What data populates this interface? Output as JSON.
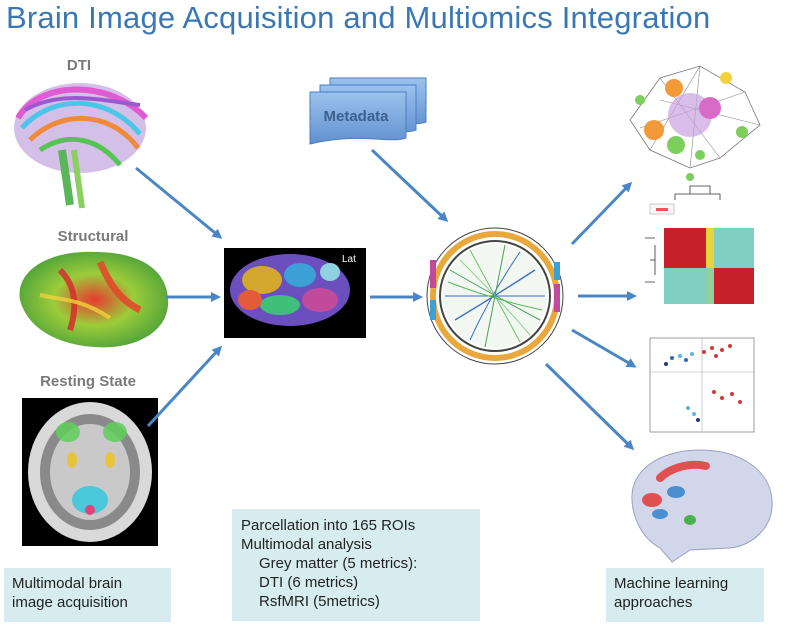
{
  "title": "Brain Image Acquisition and Multiomics Integration",
  "modalities": {
    "dti": "DTI",
    "structural": "Structural",
    "resting_state": "Resting State"
  },
  "metadata_label": "Metadata",
  "parcellation_label": "Lat",
  "left_box": {
    "line1": "Multimodal brain",
    "line2": "image acquisition"
  },
  "center_box": {
    "line1": "Parcellation into 165 ROIs",
    "line2": "Multimodal analysis",
    "line3": "Grey matter (5 metrics):",
    "line4": "DTI (6 metrics)",
    "line5": "RsfMRI (5metrics)"
  },
  "right_box": {
    "line1": "Machine learning",
    "line2": "approaches"
  },
  "colors": {
    "title": "#3a78b5",
    "arrow": "#4a86c5",
    "box": "#d6ecef",
    "metadata": "#6f9fd8"
  }
}
